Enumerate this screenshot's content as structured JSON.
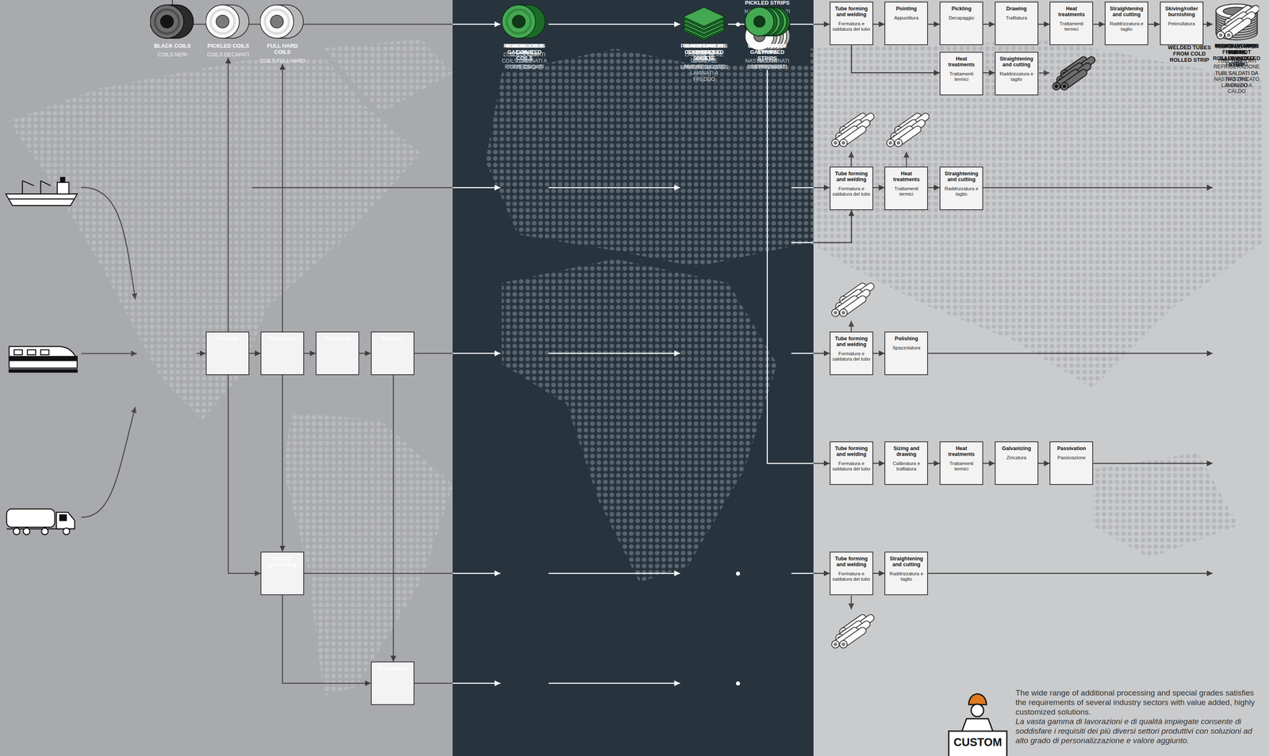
{
  "diagram": {
    "nodes": [
      {
        "text": [
          "FULL HARD COILS",
          "COILS FULL HARD"
        ]
      },
      {
        "text": [
          "PICKLED COILS",
          "COILS DECAPATI"
        ]
      },
      {
        "text": [
          "BLACK COILS",
          "COILS NERI"
        ]
      },
      {
        "text": [
          "Pickling",
          "Decapaggio"
        ]
      },
      {
        "text": [
          "Cold rolling",
          "Laminazione a freddo"
        ]
      },
      {
        "text": [
          "Annealing",
          "Ricottura"
        ]
      },
      {
        "text": [
          "Skinpass",
          "Skinpass"
        ]
      },
      {
        "text": [
          "Hot dip galvanizing",
          "Zincatura"
        ]
      },
      {
        "text": [
          "Pre-painting",
          "Preverniciatura"
        ]
      },
      {
        "text": [
          "BLACK COILS",
          "COILS NERI"
        ]
      },
      {
        "text": [
          "BLACK SHEETS",
          "LAMIERE NERE"
        ]
      },
      {
        "text": [
          "PICKLED COILS",
          "COILS DECAPATI"
        ]
      },
      {
        "text": [
          "PICKLED SHEETS",
          "LAMIERE DECAPATE"
        ]
      },
      {
        "text": [
          "PICKLED STRIPS",
          "NASTRI DECAPATI"
        ]
      },
      {
        "text": [
          "SKINPASSED STRIPS",
          "NASTRI SKINPASSATI"
        ]
      },
      {
        "text": [
          "COLD ROLLED COILS",
          "COILS LAMINATI A FREDDO"
        ]
      },
      {
        "text": [
          "SHEETS FROM COLD ROLLED COILS",
          "LAMIERE DA COILS LAMINATI A FREDDO"
        ]
      },
      {
        "text": [
          "COLD ROLLED STRIPS",
          "NASTRI LAMINATI A FREDDO"
        ]
      },
      {
        "text": [
          "HOT DIP GALVANIZED COILS",
          "COILS ZINCATI"
        ]
      },
      {
        "text": [
          "HOT DIP GALVANIZED SHEETS",
          "LAMIERE ZINCATE"
        ]
      },
      {
        "text": [
          "HOT DIP GALVANIZED STRIPS",
          "NASTRI ZINCATI"
        ]
      },
      {
        "text": [
          "PRE-PAINTED COILS",
          "COILS PREVERNICIATI"
        ]
      },
      {
        "text": [
          "PRE-PAINTED SHEETS",
          "LAMIERE PREVERNICIATE"
        ]
      },
      {
        "text": [
          "PRE-PAINTED STRIPS",
          "NASTRI PREVERNICIATI"
        ]
      },
      {
        "text": [
          "Tube forming and welding",
          "Formatura e saldatura del tubo"
        ]
      },
      {
        "text": [
          "Pointing",
          "Appuntitura"
        ]
      },
      {
        "text": [
          "Pickling",
          "Decapaggio"
        ]
      },
      {
        "text": [
          "Drawing",
          "Trafilatura"
        ]
      },
      {
        "text": [
          "Heat treatments",
          "Trattamenti termici"
        ]
      },
      {
        "text": [
          "Straightening and cutting",
          "Raddrizzatura e taglio"
        ]
      },
      {
        "text": [
          "Skiving/roller burnishing",
          "Pelorullatura"
        ]
      },
      {
        "text": [
          "COLD-DRAWN TUBES",
          "TUBI TRAFILATI"
        ]
      },
      {
        "text": [
          "Heat treatments",
          "Trattamenti termici"
        ]
      },
      {
        "text": [
          "Straightening and cutting",
          "Raddrizzatura e taglio"
        ]
      },
      {
        "text": [
          "Tube forming and welding",
          "Formatura e saldatura del tubo"
        ]
      },
      {
        "text": [
          "Heat treatments",
          "Trattamenti termici"
        ]
      },
      {
        "text": [
          "Straightening and cutting",
          "Raddrizzatura e taglio"
        ]
      },
      {
        "text": [
          "WELDED TUBES FROM HOT ROLLED PICKLED STRIP",
          "TUBI SALDATI DA NASTRO LAMINATO A CALDO"
        ]
      },
      {
        "text": [
          "Tube forming and welding",
          "Formatura e saldatura del tubo"
        ]
      },
      {
        "text": [
          "Polishing",
          "Spazzolatura"
        ]
      },
      {
        "text": [
          "WELDED TUBES FROM COLD ROLLED STRIP",
          "TUBI SALDATI DA NASTRO LAMINATO A FREDDO"
        ]
      },
      {
        "text": [
          "Tube forming and welding",
          "Formatura e saldatura del tubo"
        ]
      },
      {
        "text": [
          "Sizing and drawing",
          "Calibratura e trafilatura"
        ]
      },
      {
        "text": [
          "Heat treatments",
          "Trattamenti termici"
        ]
      },
      {
        "text": [
          "Galvanizing",
          "Zincatura"
        ]
      },
      {
        "text": [
          "Passivation",
          "Passivazione"
        ]
      },
      {
        "text": [
          "REFRIGERATION TUBES",
          "TUBI REFRIGERAZIONE"
        ]
      },
      {
        "text": [
          "Tube forming and welding",
          "Formatura e saldatura del tubo"
        ]
      },
      {
        "text": [
          "Straightening and cutting",
          "Raddrizzatura e taglio"
        ]
      },
      {
        "text": [
          "WELDED TUBES FROM GALVANIZED STRIP",
          "TUBI SALDATI DA NASTRO ZINCATO A CALDO"
        ]
      }
    ],
    "edges": [
      {
        "from": 2,
        "to": 3,
        "arrow": "to"
      },
      {
        "from": 3,
        "to": 4,
        "arrow": "to"
      },
      {
        "from": 4,
        "to": 5,
        "arrow": "to"
      },
      {
        "from": 5,
        "to": 6,
        "arrow": "to"
      },
      {
        "from": 6,
        "to": 15,
        "arrow": "to"
      },
      {
        "from": 2,
        "to": 9,
        "arrow": "to"
      },
      {
        "from": 3,
        "to": 1,
        "arrow": "to"
      },
      {
        "from": 4,
        "to": 0,
        "arrow": "to"
      },
      {
        "from": 1,
        "to": 11,
        "arrow": "to"
      },
      {
        "from": 4,
        "to": 7,
        "arrow": "to"
      },
      {
        "from": 3,
        "to": 7,
        "arrow": "to"
      },
      {
        "from": 6,
        "to": 8,
        "arrow": "to"
      },
      {
        "from": 7,
        "to": 8,
        "arrow": "to"
      },
      {
        "from": 7,
        "to": 18,
        "arrow": "to"
      },
      {
        "from": 8,
        "to": 21,
        "arrow": "to"
      },
      {
        "from": 9,
        "to": 10,
        "arrow": "to"
      },
      {
        "from": 11,
        "to": 12,
        "arrow": "to"
      },
      {
        "from": 15,
        "to": 16,
        "arrow": "to"
      },
      {
        "from": 18,
        "to": 19,
        "arrow": "to"
      },
      {
        "from": 21,
        "to": 22,
        "arrow": "to"
      },
      {
        "from": 10,
        "to": 24,
        "arrow": "to"
      },
      {
        "from": 13,
        "to": 34,
        "arrow": "to"
      },
      {
        "from": 14,
        "to": 34,
        "arrow": "to"
      },
      {
        "from": 17,
        "to": 38,
        "arrow": "to"
      },
      {
        "from": 17,
        "to": 41,
        "arrow": "to"
      },
      {
        "from": 20,
        "to": 47,
        "arrow": "to"
      },
      {
        "from": 24,
        "to": 25,
        "arrow": "to"
      },
      {
        "from": 25,
        "to": 26,
        "arrow": "to"
      },
      {
        "from": 26,
        "to": 27,
        "arrow": "to"
      },
      {
        "from": 27,
        "to": 28,
        "arrow": "to"
      },
      {
        "from": 28,
        "to": 29,
        "arrow": "to"
      },
      {
        "from": 29,
        "to": 30,
        "arrow": "to"
      },
      {
        "from": 30,
        "to": 31,
        "arrow": "to"
      },
      {
        "from": 24,
        "to": 32,
        "arrow": "to"
      },
      {
        "from": 32,
        "to": 33,
        "arrow": "to"
      },
      {
        "from": 34,
        "to": 35,
        "arrow": "to"
      },
      {
        "from": 35,
        "to": 36,
        "arrow": "to"
      },
      {
        "from": 36,
        "to": 37,
        "arrow": "to"
      },
      {
        "from": 38,
        "to": 39,
        "arrow": "to"
      },
      {
        "from": 39,
        "to": 40,
        "arrow": "to"
      },
      {
        "from": 41,
        "to": 42,
        "arrow": "to"
      },
      {
        "from": 42,
        "to": 43,
        "arrow": "to"
      },
      {
        "from": 43,
        "to": 44,
        "arrow": "to"
      },
      {
        "from": 44,
        "to": 45,
        "arrow": "to"
      },
      {
        "from": 45,
        "to": 46,
        "arrow": "to"
      },
      {
        "from": 47,
        "to": 48,
        "arrow": "to"
      },
      {
        "from": 48,
        "to": 49,
        "arrow": "to"
      }
    ],
    "labels": [
      "CUSTOM",
      "The wide range of additional processing and special grades satisfies the requirements of several industry sectors with value added, highly customized solutions.",
      "La vasta gamma di lavorazioni e di qualità impiegate consente di soddisfare i requisiti dei più diversi settori produttivi con soluzioni ad alto grado di personalizzazione e valore aggiunto."
    ]
  }
}
